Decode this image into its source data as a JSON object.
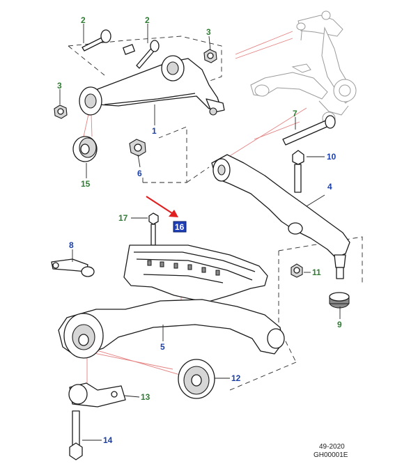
{
  "colors": {
    "green_callout": "#2e7d32",
    "blue_callout": "#1a3fa8",
    "highlight_box": "#1f3fb8",
    "arrow_red": "#e02020",
    "leader_red": "#e58080"
  },
  "callouts": {
    "c1": "1",
    "c2a": "2",
    "c2b": "2",
    "c3a": "3",
    "c3b": "3",
    "c4": "4",
    "c5": "5",
    "c6": "6",
    "c7": "7",
    "c8": "8",
    "c9": "9",
    "c10": "10",
    "c11": "11",
    "c12": "12",
    "c13": "13",
    "c14": "14",
    "c15": "15",
    "c16": "16",
    "c17": "17"
  },
  "footer": {
    "date": "49-2020",
    "code": "GH00001E"
  }
}
